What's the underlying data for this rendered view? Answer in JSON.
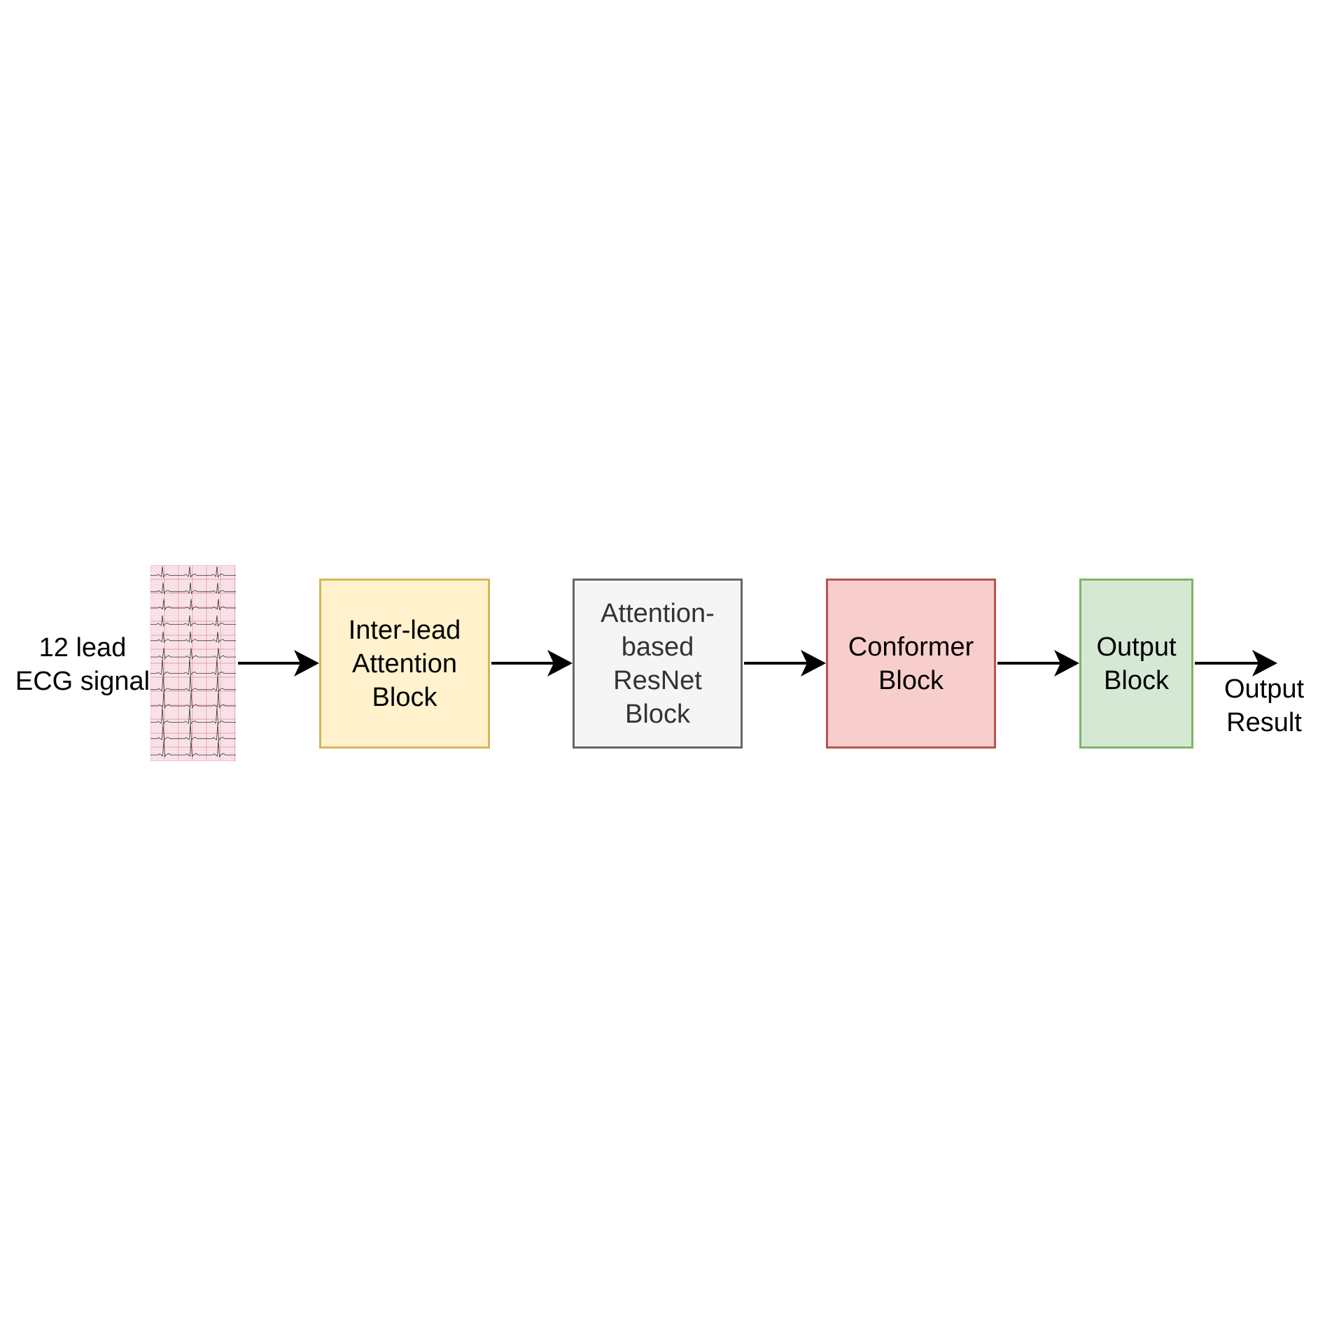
{
  "input": {
    "label": "12 lead\nECG signal"
  },
  "blocks": [
    {
      "id": "inter-lead",
      "label": "Inter-lead\nAttention\nBlock",
      "fill": "#fff2cc",
      "stroke": "#d6b656",
      "text_color": "#000000"
    },
    {
      "id": "resnet",
      "label": "Attention-\nbased\nResNet\nBlock",
      "fill": "#f5f5f5",
      "stroke": "#666666",
      "text_color": "#333333"
    },
    {
      "id": "conformer",
      "label": "Conformer\nBlock",
      "fill": "#f8cecc",
      "stroke": "#b85450",
      "text_color": "#000000"
    },
    {
      "id": "output",
      "label": "Output\nBlock",
      "fill": "#d5e8d4",
      "stroke": "#82b366",
      "text_color": "#000000"
    }
  ],
  "output": {
    "label": "Output\nResult"
  },
  "colors": {
    "arrow": "#000000",
    "ecg_grid_fine": "#f3c9d2",
    "ecg_grid_major": "#e39bb0",
    "ecg_background": "#fbe7ec",
    "ecg_trace": "#333333"
  }
}
